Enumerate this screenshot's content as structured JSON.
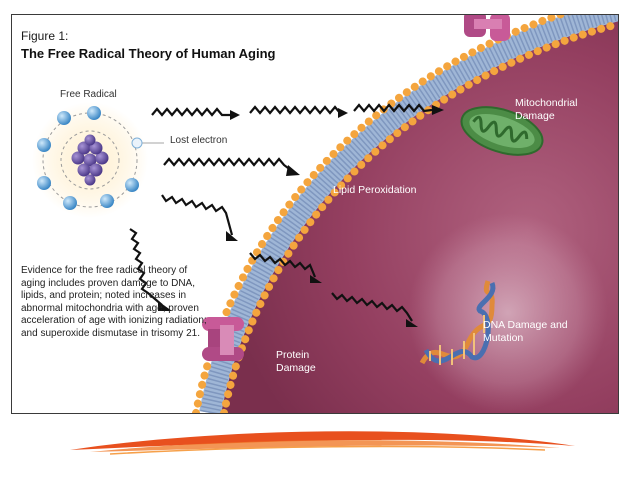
{
  "figure": {
    "label": "Figure 1:",
    "title": "The Free Radical Theory of Human Aging"
  },
  "free_radical": {
    "label": "Free Radical",
    "lost_electron": "Lost electron"
  },
  "evidence_text": "Evidence for the free radical theory of aging includes proven damage to DNA, lipids, and protein; noted increases in abnormal mitochondria with age; proven acceleration of age with ionizing radiation; and superoxide dismutase in trisomy 21.",
  "damage_labels": {
    "mitochondrial": "Mitochondrial Damage",
    "lipid": "Lipid Peroxidation",
    "protein": "Protein Damage",
    "dna": "DNA Damage and Mutation"
  },
  "colors": {
    "cell_interior": "#8e3a5a",
    "membrane_bead": "#f4a53e",
    "membrane_core": "#9fb6d6",
    "mitochondria": "#4c8c46",
    "protein": "#b04a86",
    "electron": "#5aa3d8",
    "proton": "#6b55a6",
    "swoosh": "#e8501e"
  }
}
